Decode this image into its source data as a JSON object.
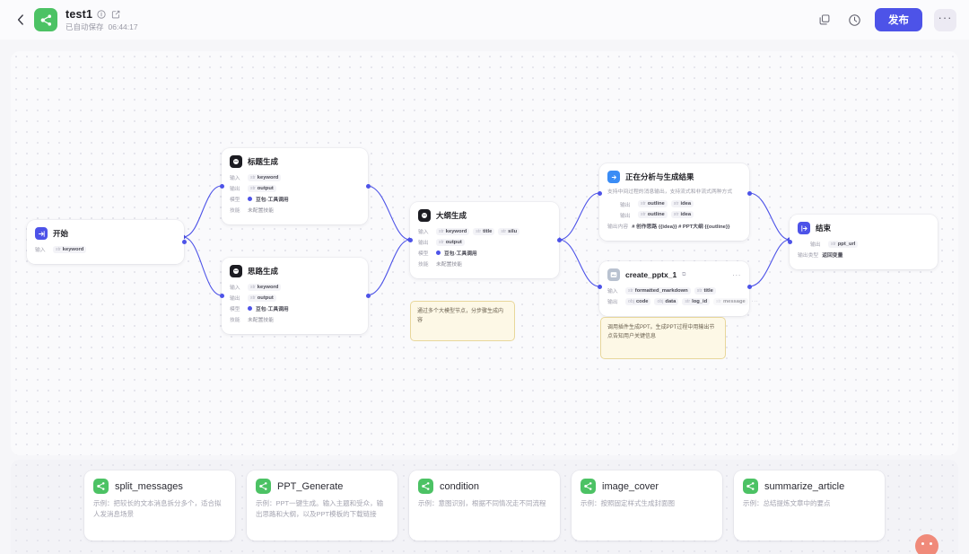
{
  "header": {
    "back_icon": "chevron-left-icon",
    "logo_icon": "workflow-logo-icon",
    "title": "test1",
    "info_icon": "info-circle-icon",
    "edit_icon": "edit-square-icon",
    "saved_label": "已自动保存",
    "saved_time": "06:44:17",
    "duplicate_icon": "duplicate-icon",
    "history_icon": "history-clock-icon",
    "publish_label": "发布",
    "more_label": "···",
    "accent_color": "#4d53e8",
    "logo_color": "#4cc264"
  },
  "canvas": {
    "nodes": [
      {
        "id": "start",
        "icon": "start-node-icon",
        "title": "开始",
        "rows": [
          {
            "label": "输入",
            "chips": [
              {
                "type": "str",
                "name": "keyword"
              }
            ]
          }
        ]
      },
      {
        "id": "title_gen",
        "icon": "llm-node-icon",
        "title": "标题生成",
        "rows": [
          {
            "label": "输入",
            "chips": [
              {
                "type": "str",
                "name": "keyword"
              }
            ]
          },
          {
            "label": "输出",
            "chips": [
              {
                "type": "str",
                "name": "output"
              }
            ]
          },
          {
            "label": "模型",
            "model": "豆包·工具调用"
          },
          {
            "label": "技能",
            "plain": "未配置技能"
          }
        ]
      },
      {
        "id": "idea_gen",
        "icon": "llm-node-icon",
        "title": "思路生成",
        "rows": [
          {
            "label": "输入",
            "chips": [
              {
                "type": "str",
                "name": "keyword"
              }
            ]
          },
          {
            "label": "输出",
            "chips": [
              {
                "type": "str",
                "name": "output"
              }
            ]
          },
          {
            "label": "模型",
            "model": "豆包·工具调用"
          },
          {
            "label": "技能",
            "plain": "未配置技能"
          }
        ]
      },
      {
        "id": "outline_gen",
        "icon": "llm-node-icon",
        "title": "大纲生成",
        "rows": [
          {
            "label": "输入",
            "chips": [
              {
                "type": "str",
                "name": "keyword"
              },
              {
                "type": "str",
                "name": "title"
              },
              {
                "type": "str",
                "name": "silu"
              }
            ]
          },
          {
            "label": "输出",
            "chips": [
              {
                "type": "str",
                "name": "output"
              }
            ]
          },
          {
            "label": "模型",
            "model": "豆包·工具调用"
          },
          {
            "label": "技能",
            "plain": "未配置技能"
          }
        ]
      },
      {
        "id": "output_node",
        "icon": "output-node-icon",
        "title": "正在分析与生成结果",
        "subtitle": "支持中间过程的消息输出，支持流式和非流式两种方式",
        "rows": [
          {
            "label": "输出",
            "chips": [
              {
                "type": "str",
                "name": "outline"
              },
              {
                "type": "str",
                "name": "idea"
              }
            ]
          },
          {
            "label": "输出",
            "chips": [
              {
                "type": "str",
                "name": "outline"
              },
              {
                "type": "str",
                "name": "idea"
              }
            ]
          },
          {
            "label": "输出内容",
            "plain_dark": "# 创作思路 {{idea}} # PPT大纲 {{outline}}"
          }
        ]
      },
      {
        "id": "create_pptx",
        "icon": "plugin-node-icon",
        "title": "create_pptx_1",
        "copy_icon": "copy-icon",
        "more_label": "···",
        "rows": [
          {
            "label": "输入",
            "chips": [
              {
                "type": "str",
                "name": "formatted_markdown"
              },
              {
                "type": "str",
                "name": "title"
              }
            ]
          },
          {
            "label": "输出",
            "chips": [
              {
                "type": "obj",
                "name": "code"
              },
              {
                "type": "obj",
                "name": "data"
              },
              {
                "type": "str",
                "name": "log_id"
              },
              {
                "type": "str",
                "name": "message"
              }
            ],
            "overflow": "···"
          }
        ]
      },
      {
        "id": "end",
        "icon": "end-node-icon",
        "title": "结束",
        "rows": [
          {
            "label": "输出",
            "chips": [
              {
                "type": "str",
                "name": "ppt_url"
              }
            ]
          },
          {
            "label": "输出类型",
            "plain_dark": "返回变量"
          }
        ]
      }
    ],
    "sticky_notes": [
      {
        "id": "note_llm",
        "text": "通过多个大模型节点，分步骤生成内容"
      },
      {
        "id": "note_plugin",
        "text": "调用插件生成PPT。生成PPT过程中用输出节点告知用户关键信息"
      }
    ]
  },
  "templates": {
    "cards": [
      {
        "name": "split_messages",
        "desc": "示例：把较长的文本消息拆分多个，适合拟人发消息场景"
      },
      {
        "name": "PPT_Generate",
        "desc": "示例：PPT一键生成。输入主题和受众，输出思路和大纲，以及PPT模板的下载链接"
      },
      {
        "name": "condition",
        "desc": "示例：意图识别，根据不同情况走不同流程"
      },
      {
        "name": "image_cover",
        "desc": "示例：按照固定样式生成封面图"
      },
      {
        "name": "summarize_article",
        "desc": "示例：总结提炼文章中的要点"
      }
    ]
  },
  "fab": {
    "icon": "assistant-face-icon"
  }
}
